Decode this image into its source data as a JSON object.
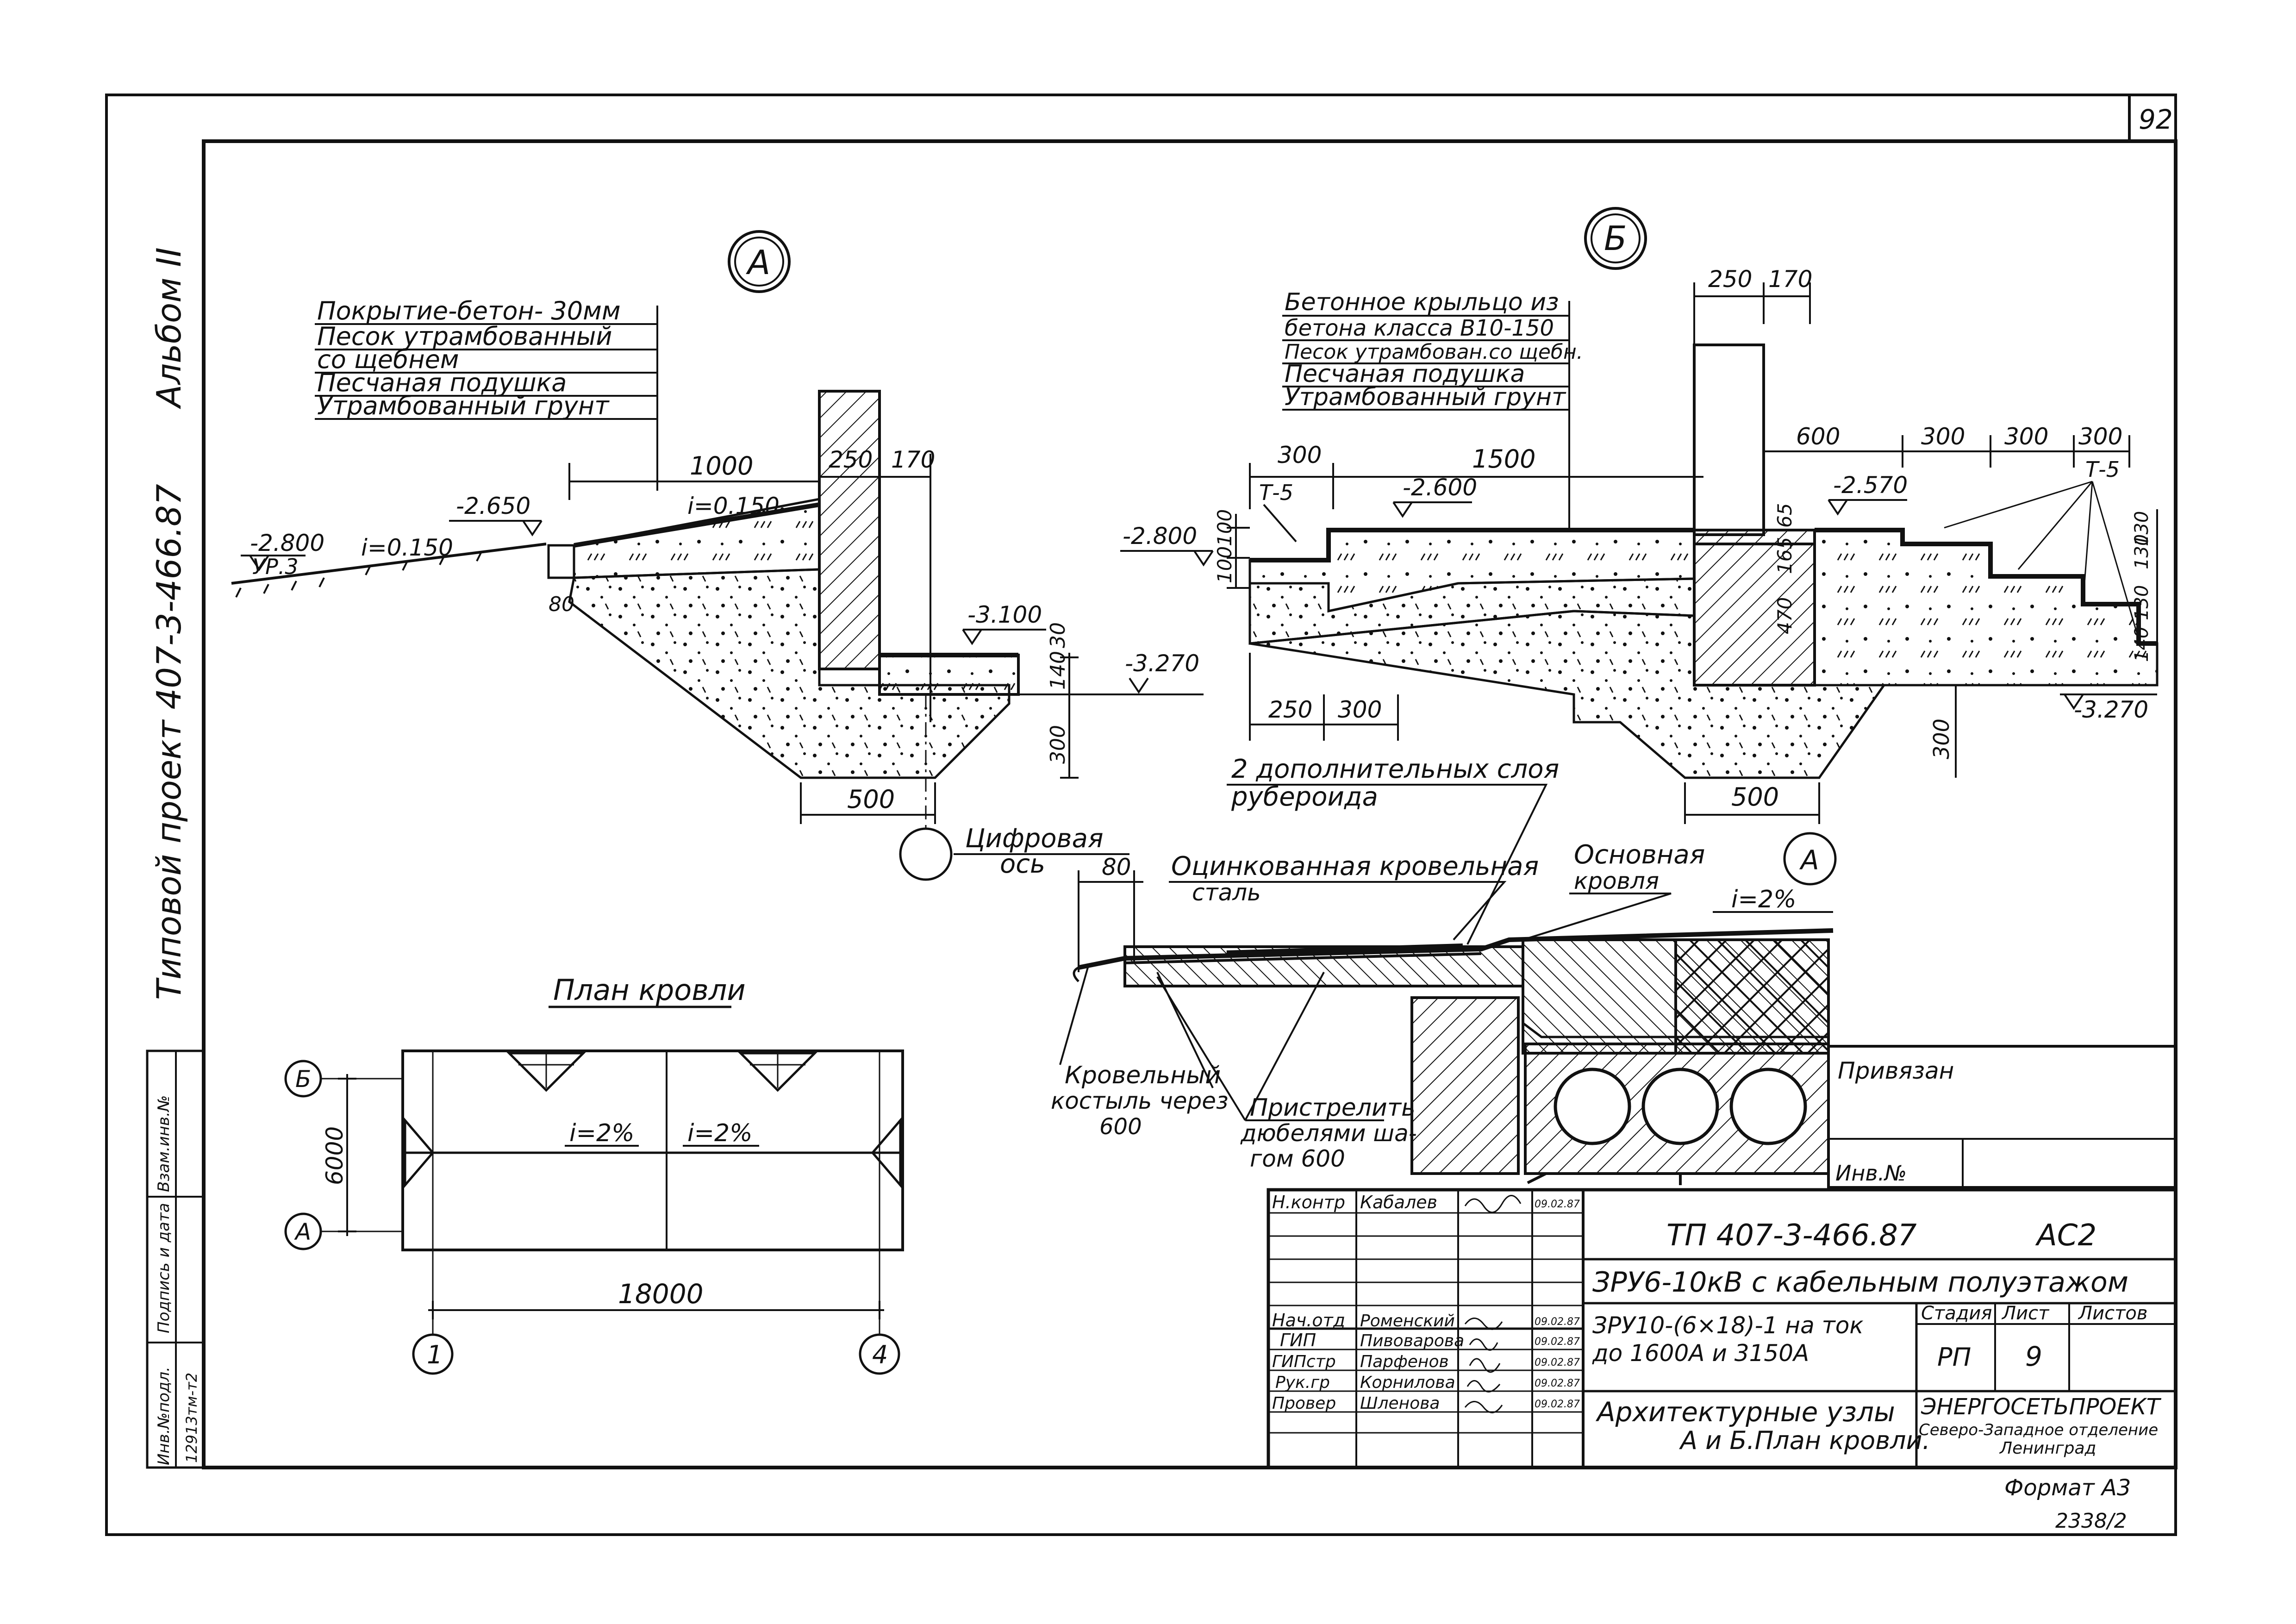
{
  "sheet": {
    "page_number": "92",
    "album": "Альбом II",
    "project": "Типовой проект 407-3-466.87",
    "left_stamp": [
      "Инв.№подл.",
      "Подпись и дата",
      "Взам.инв.№"
    ],
    "left_stamp_number": "12913тм-т2",
    "format": "Формат А3",
    "copy_no": "2338/2"
  },
  "node_a": {
    "marker": "А",
    "layers": [
      "Покрытие-бетон- 30мм",
      "Песок утрамбованный",
      "со щебнем",
      "Песчаная подушка",
      "Утрамбованный грунт"
    ],
    "elev_ground": "-2.800",
    "level_label": "УР.3",
    "slope_ground": "i=0.150",
    "elev_edge": "-2.650",
    "slope_pavement": "i=0.150",
    "dim_1000": "1000",
    "dim_250": "250",
    "dim_170": "170",
    "dim_80": "80",
    "elev_floor": "-3.100",
    "elev_base": "-3.270",
    "dims_vertical": [
      "30",
      "140",
      "300"
    ],
    "dim_500": "500",
    "axis_label_1": "Цифровая",
    "axis_label_2": "ось"
  },
  "node_b": {
    "marker": "Б",
    "layers": [
      "Бетонное крыльцо из",
      "бетона класса В10-150",
      "Песок утрамбован.со щебн.",
      "Песчаная подушка",
      "Утрамбованный грунт"
    ],
    "dim_250": "250",
    "dim_170": "170",
    "dim_300_left": "300",
    "dim_1500": "1500",
    "step_left": "Т-5",
    "step_right": "Т-5",
    "elev_top_left": "-2.600",
    "elev_left": "-2.800",
    "dims_left_vertical": [
      "100",
      "100"
    ],
    "dims_right_top": [
      "600",
      "300",
      "300",
      "300"
    ],
    "elev_top_right": "-2.570",
    "dims_wall": [
      "65",
      "165",
      "470"
    ],
    "dims_right_vertical": [
      "130",
      "130",
      "130",
      "140"
    ],
    "elev_base": "-3.270",
    "dims_bottom_left": [
      "250",
      "300"
    ],
    "dim_300_bottom": "300",
    "dim_500": "500",
    "axis_marker": "А"
  },
  "roof_detail": {
    "extra_layers": [
      "2 дополнительных слоя",
      "рубероида"
    ],
    "steel": [
      "Оцинкованная кровельная",
      "сталь"
    ],
    "dim_80": "80",
    "main_roof": [
      "Основная",
      "кровля"
    ],
    "slope": "i=2%",
    "hook": [
      "Кровельный",
      "костыль через",
      "600"
    ],
    "dowels": [
      "Пристрелить",
      "дюбелями ша-",
      "гом 600"
    ]
  },
  "roof_plan": {
    "title": "План кровли",
    "axis_b": "Б",
    "axis_a": "А",
    "axis_1": "1",
    "axis_4": "4",
    "dim_6000": "6000",
    "dim_18000": "18000",
    "slope_left": "i=2%",
    "slope_right": "i=2%"
  },
  "title_block": {
    "privyazan": "Привязан",
    "inv_no": "Инв.№",
    "code": "ТП 407-3-466.87",
    "sheet_code": "АС2",
    "object": "ЗРУ6-10кВ с кабельным полуэтажом",
    "sub_object": [
      "ЗРУ10-(6×18)-1 на ток",
      "до 1600А и 3150А"
    ],
    "drawing_title": [
      "Архитектурные узлы",
      "А и Б.План кровли."
    ],
    "stage_header": "Стадия",
    "sheet_header": "Лист",
    "sheets_header": "Листов",
    "stage": "РП",
    "sheet": "9",
    "org": [
      "ЭНЕРГОСЕТЬПРОЕКТ",
      "Северо-Западное отделение",
      "Ленинград"
    ],
    "staff": [
      {
        "role": "Н.контр",
        "name": "Кабалев",
        "date": "09.02.87"
      },
      {
        "role": "Нач.отд",
        "name": "Роменский",
        "date": "09.02.87"
      },
      {
        "role": "ГИП",
        "name": "Пивоварова",
        "date": "09.02.87"
      },
      {
        "role": "ГИПстр",
        "name": "Парфенов",
        "date": "09.02.87"
      },
      {
        "role": "Рук.гр",
        "name": "Корнилова",
        "date": "09.02.87"
      },
      {
        "role": "Провер",
        "name": "Шленова",
        "date": "09.02.87"
      }
    ]
  }
}
